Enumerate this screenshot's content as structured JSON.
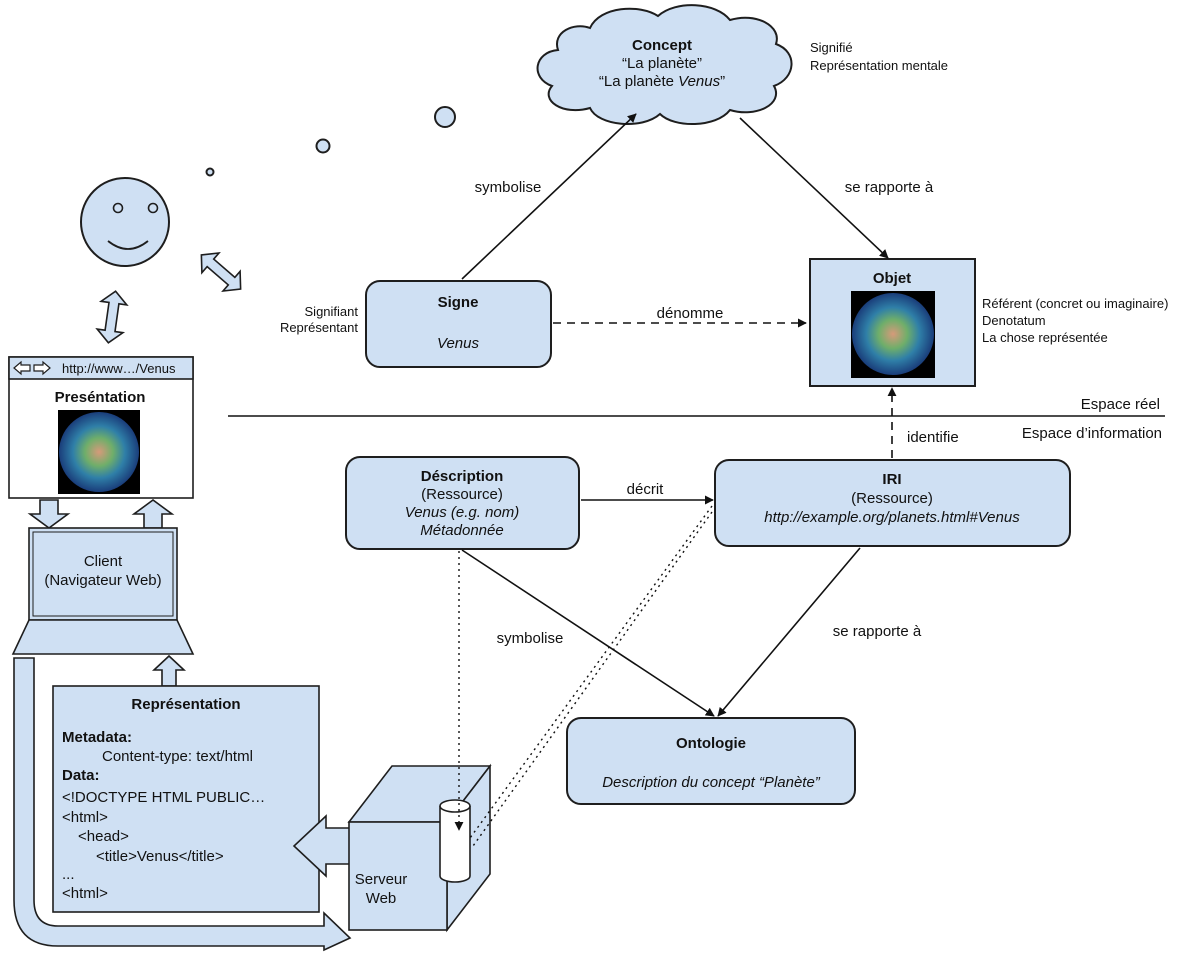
{
  "concept": {
    "title": "Concept",
    "line1": "“La planète”",
    "line2a": "“La planète ",
    "line2b": "Venus",
    "line2c": "”",
    "side1": "Signifié",
    "side2": "Représentation mentale"
  },
  "signe": {
    "title": "Signe",
    "subtitle": "Venus",
    "side1": "Signifiant",
    "side2": "Représentant"
  },
  "objet": {
    "title": "Objet",
    "side1": "Référent (concret ou imaginaire)",
    "side2": "Denotatum",
    "side3": "La chose représentée"
  },
  "edges": {
    "symbolise_top": "symbolise",
    "se_rapporte_top": "se rapporte à",
    "denomme": "dénomme",
    "identifie": "identifie",
    "decrit": "décrit",
    "symbolise_bottom": "symbolise",
    "se_rapporte_bottom": "se rapporte à"
  },
  "spaces": {
    "reel": "Espace réel",
    "information": "Espace d’information"
  },
  "description": {
    "title": "Déscription",
    "line1": "(Ressource)",
    "line2": "Venus (e.g. nom)",
    "line3": "Métadonnée"
  },
  "iri": {
    "title": "IRI",
    "line1": "(Ressource)",
    "line2": "http://example.org/planets.html#Venus"
  },
  "ontologie": {
    "title": "Ontologie",
    "line1": "Description du concept “Planète”"
  },
  "browser": {
    "url": "http://www…/Venus",
    "title": "Preséntation"
  },
  "client": {
    "line1": "Client",
    "line2": "(Navigateur Web)"
  },
  "representation": {
    "title": "Représentation",
    "lines": [
      "Metadata:",
      "Content-type: text/html",
      "Data:",
      "<!DOCTYPE HTML PUBLIC…",
      "<html>",
      "<head>",
      "<title>Venus</title>",
      "...",
      "<html>"
    ]
  },
  "server": {
    "line1": "Serveur",
    "line2": "Web"
  },
  "colors": {
    "node_fill": "#cfe0f3",
    "stroke": "#1e1e1e"
  }
}
